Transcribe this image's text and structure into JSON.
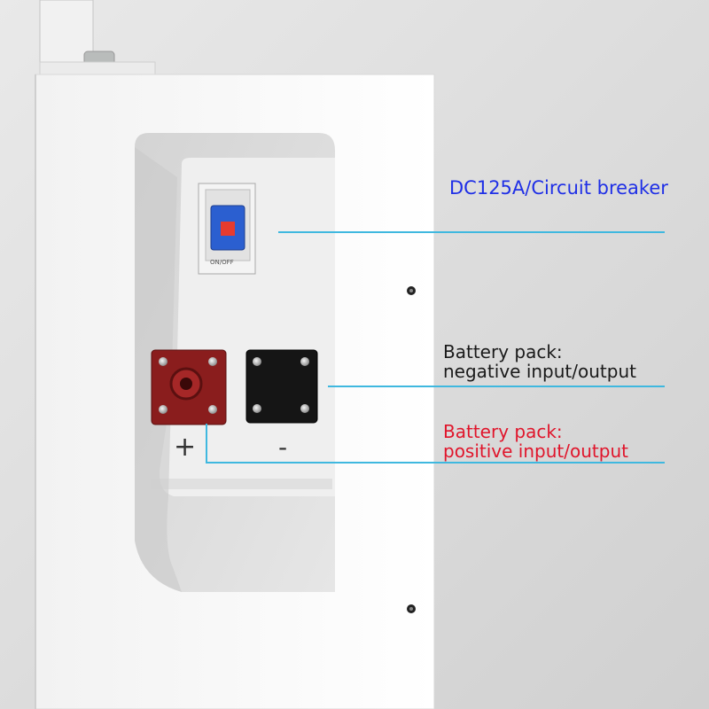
{
  "labels": {
    "breaker": "DC125A/Circuit breaker",
    "negative": {
      "line1": "Battery pack:",
      "line2": "negative input/output"
    },
    "positive": {
      "line1": "Battery pack:",
      "line2": "positive input/output"
    }
  },
  "terminals": {
    "plus_sign": "+",
    "minus_sign": "-"
  },
  "switch": {
    "label": "ON/OFF"
  },
  "colors": {
    "breaker_label": "#1f2fe6",
    "negative_label": "#1a1a1a",
    "positive_label": "#e0152b",
    "callout_line": "#3fb8df",
    "positive_terminal": "#8a1d1d",
    "negative_terminal": "#151515",
    "switch_toggle": "#2b5fd0"
  }
}
